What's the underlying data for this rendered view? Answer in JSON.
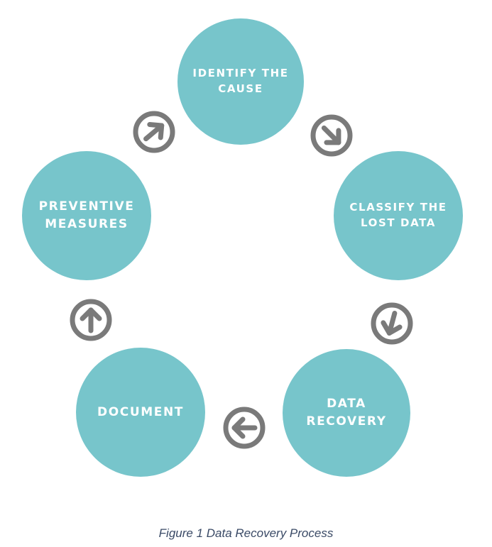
{
  "colors": {
    "node": "#77c5cb",
    "arrow": "#7a7a7a",
    "node_text": "#ffffff"
  },
  "nodes": {
    "identify": "IDENTIFY THE\nCAUSE",
    "classify": "CLASSIFY THE\nLOST DATA",
    "recovery": "DATA\nRECOVERY",
    "document": "DOCUMENT",
    "preventive": "PREVENTIVE\nMEASURES"
  },
  "arrows": [
    "arrow-down-right-icon",
    "arrow-down-icon",
    "arrow-left-icon",
    "arrow-up-icon",
    "arrow-up-right-icon"
  ],
  "caption": "Figure 1 Data Recovery Process"
}
